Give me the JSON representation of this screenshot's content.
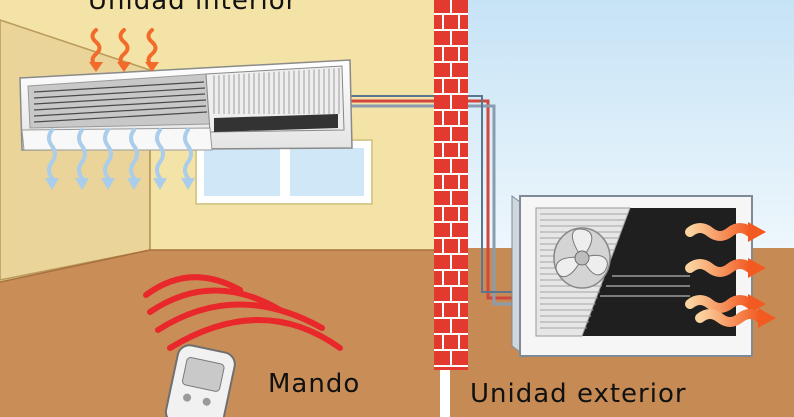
{
  "labels": {
    "indoor_unit": "Unidad interior",
    "remote": "Mando",
    "outdoor_unit": "Unidad exterior"
  },
  "colors": {
    "wall_beige": "#f3e2a4",
    "floor_brown": "#c98e58",
    "sky": "#d6ecf8",
    "brick_red": "#e23a2f",
    "hot_air": "#f36b2a",
    "cold_air": "#a9cdea",
    "signal_red": "#e8282a"
  },
  "icons": [
    "hot-air-arrow-icon",
    "cold-air-arrow-icon",
    "fan-icon",
    "remote-signal-icon"
  ]
}
